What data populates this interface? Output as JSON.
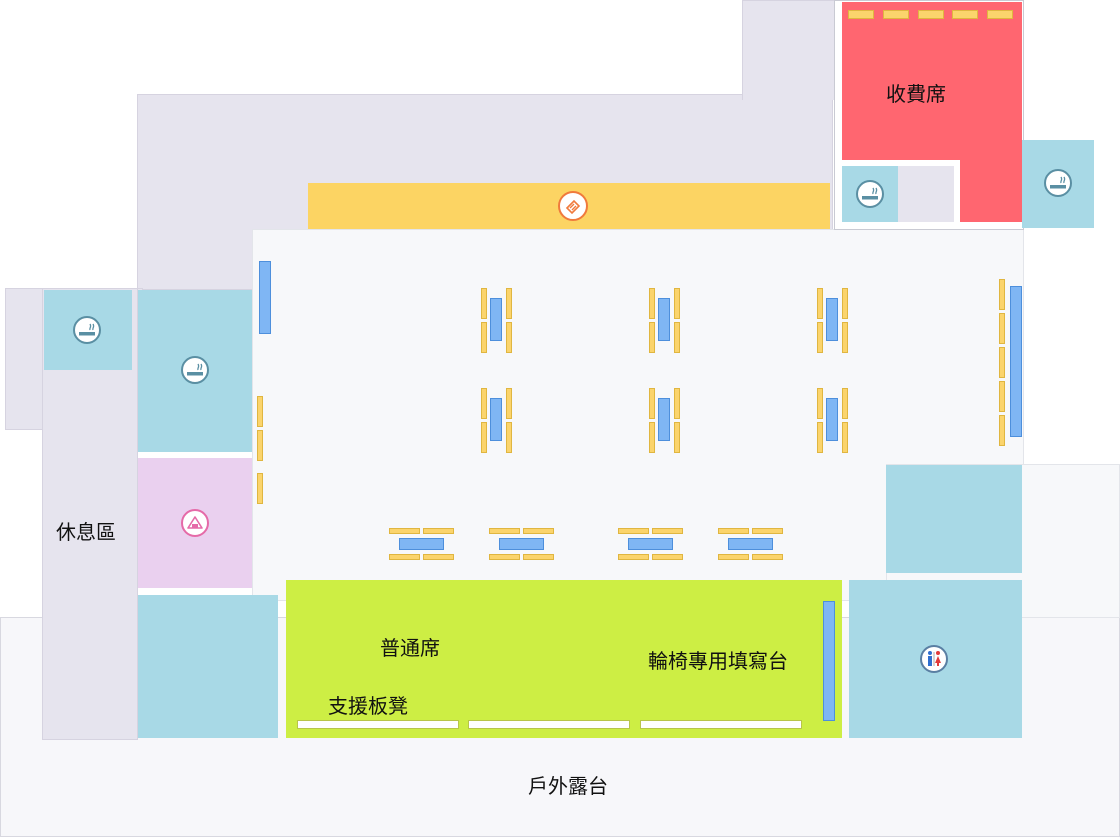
{
  "areas": {
    "rest_area": "休息區",
    "paid_seats": "收費席",
    "general_seats": "普通席",
    "wheelchair_desk": "輪椅專用填寫台",
    "support_bench": "支援板凳",
    "outdoor_terrace": "戶外露台"
  },
  "icons": {
    "smoking": "smoking-icon",
    "food": "onigiri-icon",
    "restroom": "restroom-icon",
    "ticket": "ticket-icon"
  },
  "colors": {
    "paid_seats": "#ff6670",
    "general_seats": "#cdee44",
    "smoking_room": "#a8d9e6",
    "food_stand": "#ead0ef",
    "ticket_counter": "#fcd463",
    "walkway": "#e6e4ee"
  }
}
